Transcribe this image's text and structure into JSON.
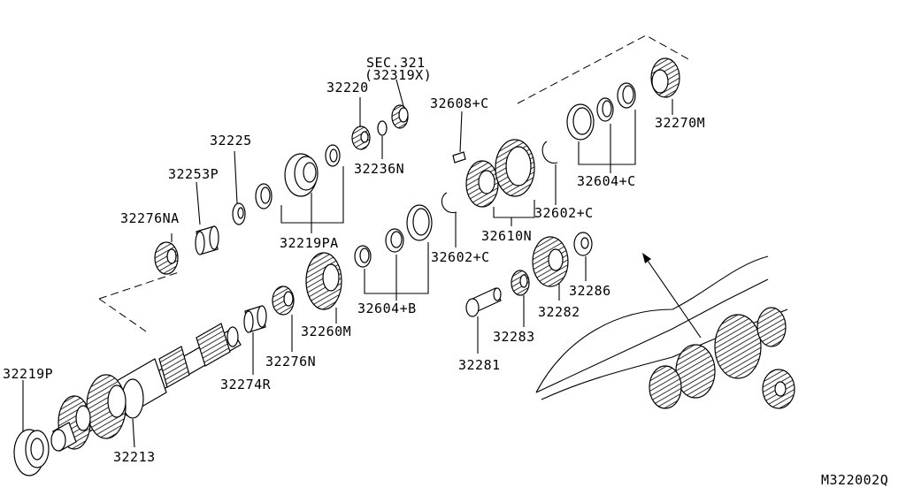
{
  "diagram": {
    "reference_code": "M322002Q",
    "section_ref": {
      "line1": "SEC.321",
      "line2": "(32319X)"
    },
    "part_labels": [
      {
        "id": "p32220",
        "text": "32220"
      },
      {
        "id": "p32608c",
        "text": "32608+C"
      },
      {
        "id": "p32270m",
        "text": "32270M"
      },
      {
        "id": "p32225",
        "text": "32225"
      },
      {
        "id": "p32236n",
        "text": "32236N"
      },
      {
        "id": "p32253p",
        "text": "32253P"
      },
      {
        "id": "p32604c",
        "text": "32604+C"
      },
      {
        "id": "p32276na",
        "text": "32276NA"
      },
      {
        "id": "p32602c_a",
        "text": "32602+C"
      },
      {
        "id": "p32219pa",
        "text": "32219PA"
      },
      {
        "id": "p32610n",
        "text": "32610N"
      },
      {
        "id": "p32602c_b",
        "text": "32602+C"
      },
      {
        "id": "p32286",
        "text": "32286"
      },
      {
        "id": "p32604b",
        "text": "32604+B"
      },
      {
        "id": "p32282",
        "text": "32282"
      },
      {
        "id": "p32260m",
        "text": "32260M"
      },
      {
        "id": "p32283",
        "text": "32283"
      },
      {
        "id": "p32276n",
        "text": "32276N"
      },
      {
        "id": "p32281",
        "text": "32281"
      },
      {
        "id": "p32274r",
        "text": "32274R"
      },
      {
        "id": "p32219p",
        "text": "32219P"
      },
      {
        "id": "p32213",
        "text": "32213"
      }
    ]
  }
}
